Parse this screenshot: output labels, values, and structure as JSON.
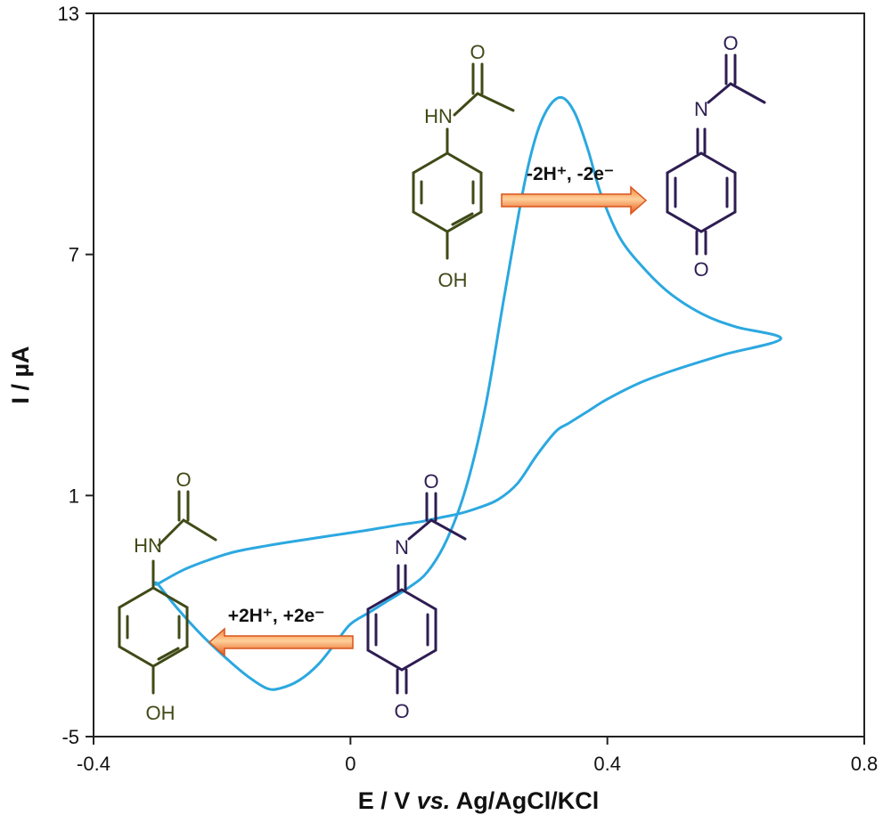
{
  "chart_data": {
    "type": "line",
    "xlabel_parts": [
      "E / V ",
      "vs.",
      " Ag/AgCl/KCl"
    ],
    "ylabel": "I / µA",
    "xlim": [
      -0.4,
      0.8
    ],
    "ylim": [
      -5,
      13
    ],
    "xticks": [
      -0.4,
      0,
      0.4,
      0.8
    ],
    "xtick_labels": [
      "-0.4",
      "0",
      "0.4",
      "0.8"
    ],
    "yticks": [
      -5,
      1,
      7,
      13
    ],
    "ytick_labels": [
      "-5",
      "1",
      "7",
      "13"
    ],
    "grid": false,
    "line_color": "#2ba8e0",
    "series": [
      {
        "x": [
          -0.3,
          -0.27,
          -0.23,
          -0.19,
          -0.16,
          -0.13,
          -0.11,
          -0.08,
          -0.05,
          -0.02,
          0.0,
          0.03,
          0.06,
          0.09,
          0.12,
          0.15,
          0.18,
          0.21,
          0.24,
          0.27,
          0.29,
          0.31,
          0.33,
          0.35,
          0.37,
          0.39,
          0.42,
          0.46,
          0.5,
          0.55,
          0.6,
          0.67,
          0.58,
          0.5,
          0.45,
          0.4,
          0.37,
          0.34,
          0.32,
          0.29,
          0.26,
          0.23,
          0.2,
          0.17,
          0.14,
          0.11,
          0.08,
          0.05,
          0.02,
          -0.03,
          -0.08,
          -0.13,
          -0.18,
          -0.22,
          -0.26,
          -0.3
        ],
        "y": [
          -1.2,
          -1.8,
          -2.5,
          -3.1,
          -3.5,
          -3.8,
          -3.8,
          -3.6,
          -3.2,
          -2.6,
          -2.2,
          -1.9,
          -1.6,
          -1.3,
          -0.9,
          -0.1,
          1.2,
          3.2,
          6.0,
          8.7,
          10.0,
          10.7,
          10.9,
          10.5,
          9.6,
          8.5,
          7.4,
          6.6,
          6.0,
          5.5,
          5.2,
          4.9,
          4.5,
          4.1,
          3.8,
          3.4,
          3.1,
          2.8,
          2.6,
          2.0,
          1.3,
          0.9,
          0.7,
          0.55,
          0.45,
          0.35,
          0.28,
          0.2,
          0.12,
          0.0,
          -0.12,
          -0.25,
          -0.4,
          -0.6,
          -0.85,
          -1.2
        ]
      }
    ]
  },
  "molecules": {
    "top_left": {
      "nh_label": "HN",
      "o_label": "O",
      "oh_label": "OH"
    },
    "top_right": {
      "n_label": "N",
      "o_label": "O",
      "ketone_label": "O"
    },
    "bottom_left": {
      "nh_label": "HN",
      "o_label": "O",
      "oh_label": "OH"
    },
    "bottom_middle": {
      "n_label": "N",
      "o_label": "O",
      "ketone_label": "O"
    }
  },
  "reactions": {
    "oxidation": {
      "label": "-2H⁺, -2e⁻",
      "direction": "right"
    },
    "reduction": {
      "label": "+2H⁺, +2e⁻",
      "direction": "left"
    }
  },
  "colors": {
    "reduced_form": "#3f4a17",
    "oxidized_form": "#2e1d52",
    "arrow_outer": "#e8601e",
    "arrow_inner": "#ffb870"
  }
}
